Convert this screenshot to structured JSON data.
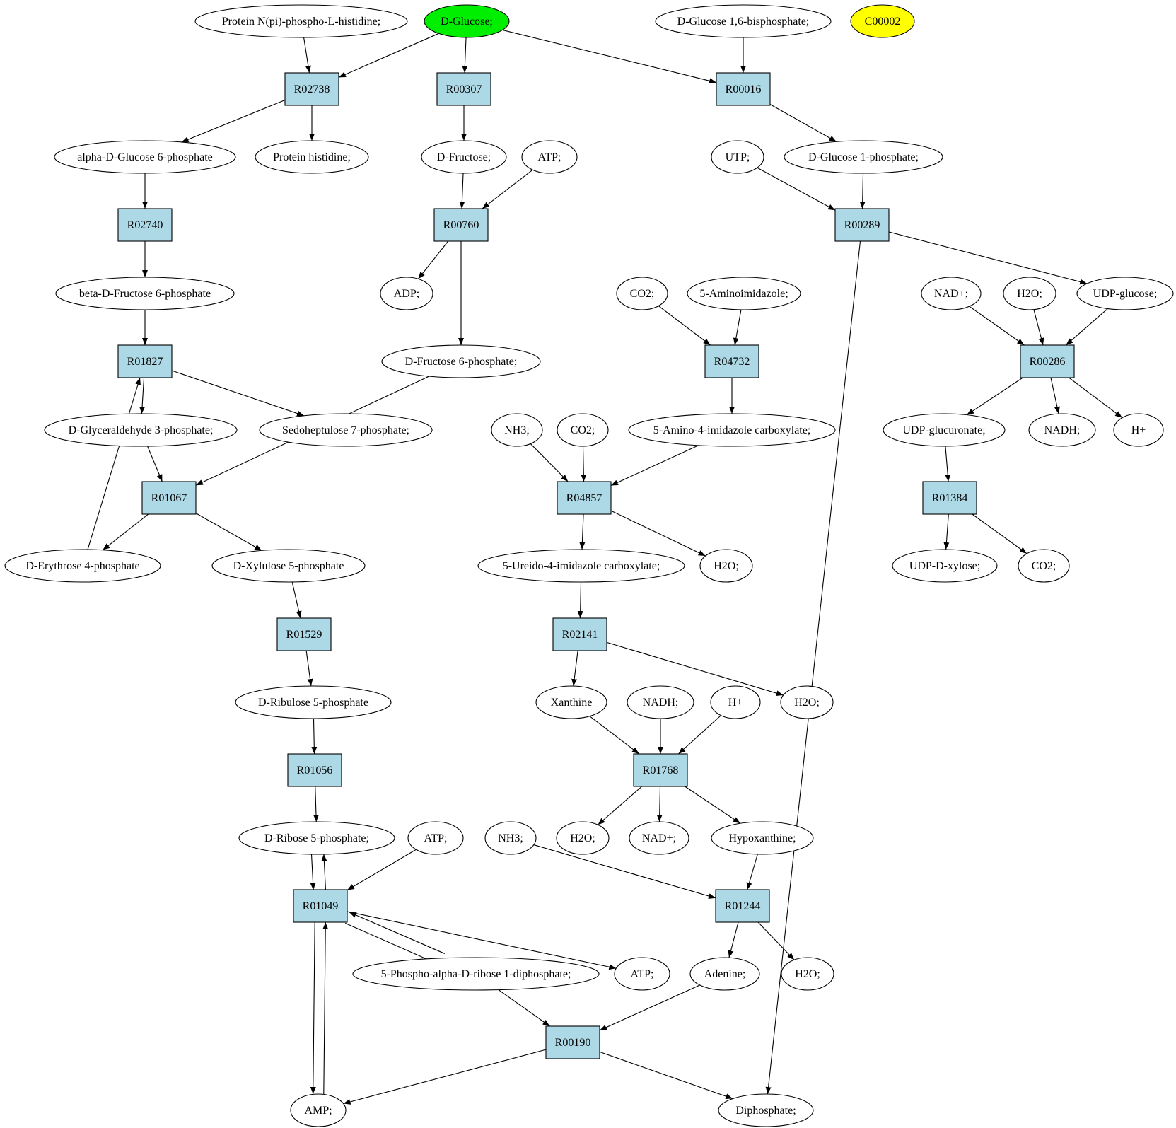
{
  "colors": {
    "reaction_fill": "#add8e6",
    "compound_fill": "#ffffff",
    "highlight_green": "#00ee00",
    "highlight_yellow": "#ffff00",
    "stroke": "#000000"
  },
  "compounds": [
    {
      "id": "c_prot_nphos",
      "label": "Protein N(pi)-phospho-L-histidine;"
    },
    {
      "id": "c_dglucose",
      "label": "D-Glucose;",
      "fill": "green"
    },
    {
      "id": "c_glc16bp",
      "label": "D-Glucose 1,6-bisphosphate;"
    },
    {
      "id": "c_c00002",
      "label": "C00002",
      "fill": "yellow"
    },
    {
      "id": "c_agluc6p",
      "label": "alpha-D-Glucose 6-phosphate"
    },
    {
      "id": "c_prothis",
      "label": "Protein histidine;"
    },
    {
      "id": "c_dfructose",
      "label": "D-Fructose;"
    },
    {
      "id": "c_atp1",
      "label": "ATP;"
    },
    {
      "id": "c_utp",
      "label": "UTP;"
    },
    {
      "id": "c_glc1p",
      "label": "D-Glucose 1-phosphate;"
    },
    {
      "id": "c_bfruc6p",
      "label": "beta-D-Fructose 6-phosphate"
    },
    {
      "id": "c_adp",
      "label": "ADP;"
    },
    {
      "id": "c_co2a",
      "label": "CO2;"
    },
    {
      "id": "c_aminoimid",
      "label": "5-Aminoimidazole;"
    },
    {
      "id": "c_nadp1",
      "label": "NAD+;"
    },
    {
      "id": "c_h2o1",
      "label": "H2O;"
    },
    {
      "id": "c_udpglc",
      "label": "UDP-glucose;"
    },
    {
      "id": "c_dfruc6p",
      "label": "D-Fructose 6-phosphate;"
    },
    {
      "id": "c_gap",
      "label": "D-Glyceraldehyde 3-phosphate;"
    },
    {
      "id": "c_s7p",
      "label": "Sedoheptulose 7-phosphate;"
    },
    {
      "id": "c_nh3a",
      "label": "NH3;"
    },
    {
      "id": "c_co2b",
      "label": "CO2;"
    },
    {
      "id": "c_aic",
      "label": "5-Amino-4-imidazole carboxylate;"
    },
    {
      "id": "c_udpglcA",
      "label": "UDP-glucuronate;"
    },
    {
      "id": "c_nadh1",
      "label": "NADH;"
    },
    {
      "id": "c_hplus1",
      "label": "H+"
    },
    {
      "id": "c_e4p",
      "label": "D-Erythrose 4-phosphate"
    },
    {
      "id": "c_xu5p",
      "label": "D-Xylulose 5-phosphate"
    },
    {
      "id": "c_uic",
      "label": "5-Ureido-4-imidazole carboxylate;"
    },
    {
      "id": "c_h2o2",
      "label": "H2O;"
    },
    {
      "id": "c_udpxyl",
      "label": "UDP-D-xylose;"
    },
    {
      "id": "c_co2c",
      "label": "CO2;"
    },
    {
      "id": "c_ru5p",
      "label": "D-Ribulose 5-phosphate"
    },
    {
      "id": "c_xanthine",
      "label": "Xanthine"
    },
    {
      "id": "c_nadh2",
      "label": "NADH;"
    },
    {
      "id": "c_hplus2",
      "label": "H+"
    },
    {
      "id": "c_h2o3",
      "label": "H2O;"
    },
    {
      "id": "c_r5p",
      "label": "D-Ribose 5-phosphate;"
    },
    {
      "id": "c_atp2",
      "label": "ATP;"
    },
    {
      "id": "c_nh3b",
      "label": "NH3;"
    },
    {
      "id": "c_h2o4",
      "label": "H2O;"
    },
    {
      "id": "c_nadp2",
      "label": "NAD+;"
    },
    {
      "id": "c_hypox",
      "label": "Hypoxanthine;"
    },
    {
      "id": "c_prpp",
      "label": "5-Phospho-alpha-D-ribose 1-diphosphate;"
    },
    {
      "id": "c_atp3",
      "label": "ATP;"
    },
    {
      "id": "c_adenine",
      "label": "Adenine;"
    },
    {
      "id": "c_h2o5",
      "label": "H2O;"
    },
    {
      "id": "c_amp",
      "label": "AMP;"
    },
    {
      "id": "c_diphos",
      "label": "Diphosphate;"
    },
    {
      "id": "c_nadh3",
      "label": "NADH;"
    },
    {
      "id": "c_hplus3",
      "label": "H+"
    }
  ],
  "reactions": [
    {
      "id": "r_R02738",
      "label": "R02738"
    },
    {
      "id": "r_R00307",
      "label": "R00307"
    },
    {
      "id": "r_R00016",
      "label": "R00016"
    },
    {
      "id": "r_R02740",
      "label": "R02740"
    },
    {
      "id": "r_R00760",
      "label": "R00760"
    },
    {
      "id": "r_R00289",
      "label": "R00289"
    },
    {
      "id": "r_R04732",
      "label": "R04732"
    },
    {
      "id": "r_R00286",
      "label": "R00286"
    },
    {
      "id": "r_R01827",
      "label": "R01827"
    },
    {
      "id": "r_R01067",
      "label": "R01067"
    },
    {
      "id": "r_R04857",
      "label": "R04857"
    },
    {
      "id": "r_R01384",
      "label": "R01384"
    },
    {
      "id": "r_R01529",
      "label": "R01529"
    },
    {
      "id": "r_R02141",
      "label": "R02141"
    },
    {
      "id": "r_R01056",
      "label": "R01056"
    },
    {
      "id": "r_R01768",
      "label": "R01768"
    },
    {
      "id": "r_R01049",
      "label": "R01049"
    },
    {
      "id": "r_R01244",
      "label": "R01244"
    },
    {
      "id": "r_R00190",
      "label": "R00190"
    }
  ],
  "edges": [
    [
      "c_prot_nphos",
      "r_R02738"
    ],
    [
      "c_dglucose",
      "r_R02738"
    ],
    [
      "c_dglucose",
      "r_R00307"
    ],
    [
      "c_dglucose",
      "r_R00016"
    ],
    [
      "c_glc16bp",
      "r_R00016"
    ],
    [
      "r_R02738",
      "c_agluc6p"
    ],
    [
      "r_R02738",
      "c_prothis"
    ],
    [
      "r_R00307",
      "c_dfructose"
    ],
    [
      "r_R00016",
      "c_glc1p"
    ],
    [
      "c_agluc6p",
      "r_R02740"
    ],
    [
      "c_dfructose",
      "r_R00760"
    ],
    [
      "c_atp1",
      "r_R00760"
    ],
    [
      "c_utp",
      "r_R00289"
    ],
    [
      "c_glc1p",
      "r_R00289"
    ],
    [
      "r_R02740",
      "c_bfruc6p"
    ],
    [
      "r_R00760",
      "c_adp"
    ],
    [
      "r_R00760",
      "c_dfruc6p"
    ],
    [
      "r_R00289",
      "c_udpglc"
    ],
    [
      "r_R00289",
      "c_diphos"
    ],
    [
      "c_co2a",
      "r_R04732"
    ],
    [
      "c_aminoimid",
      "r_R04732"
    ],
    [
      "c_nadp1",
      "r_R00286"
    ],
    [
      "c_h2o1",
      "r_R00286"
    ],
    [
      "c_udpglc",
      "r_R00286"
    ],
    [
      "c_bfruc6p",
      "r_R01827"
    ],
    [
      "r_R01827",
      "c_gap"
    ],
    [
      "r_R01827",
      "c_s7p"
    ],
    [
      "r_R04732",
      "c_aic"
    ],
    [
      "r_R00286",
      "c_udpglcA"
    ],
    [
      "r_R00286",
      "c_nadh3"
    ],
    [
      "r_R00286",
      "c_hplus3"
    ],
    [
      "c_gap",
      "r_R01067"
    ],
    [
      "c_dfruc6p",
      "r_R01067"
    ],
    [
      "c_nh3a",
      "r_R04857"
    ],
    [
      "c_co2b",
      "r_R04857"
    ],
    [
      "c_aic",
      "r_R04857"
    ],
    [
      "c_udpglcA",
      "r_R01384"
    ],
    [
      "r_R01067",
      "c_e4p"
    ],
    [
      "r_R01067",
      "c_xu5p"
    ],
    [
      "c_e4p",
      "r_R01827"
    ],
    [
      "r_R04857",
      "c_uic"
    ],
    [
      "r_R04857",
      "c_h2o2"
    ],
    [
      "r_R01384",
      "c_udpxyl"
    ],
    [
      "r_R01384",
      "c_co2c"
    ],
    [
      "c_xu5p",
      "r_R01529"
    ],
    [
      "c_uic",
      "r_R02141"
    ],
    [
      "r_R01529",
      "c_ru5p"
    ],
    [
      "r_R02141",
      "c_xanthine"
    ],
    [
      "r_R02141",
      "c_h2o3"
    ],
    [
      "c_ru5p",
      "r_R01056"
    ],
    [
      "c_xanthine",
      "r_R01768"
    ],
    [
      "c_nadh2",
      "r_R01768"
    ],
    [
      "c_hplus2",
      "r_R01768"
    ],
    [
      "r_R01056",
      "c_r5p"
    ],
    [
      "r_R01768",
      "c_h2o4"
    ],
    [
      "r_R01768",
      "c_nadp2"
    ],
    [
      "r_R01768",
      "c_hypox"
    ],
    [
      "c_r5p",
      "r_R01049"
    ],
    [
      "r_R01049",
      "c_r5p"
    ],
    [
      "c_atp2",
      "r_R01049"
    ],
    [
      "c_nh3b",
      "r_R01244"
    ],
    [
      "c_hypox",
      "r_R01244"
    ],
    [
      "r_R01049",
      "c_prpp"
    ],
    [
      "c_prpp",
      "r_R01049"
    ],
    [
      "r_R01049",
      "c_atp3"
    ],
    [
      "r_R01049",
      "c_amp"
    ],
    [
      "c_amp",
      "r_R01049"
    ],
    [
      "r_R01244",
      "c_adenine"
    ],
    [
      "r_R01244",
      "c_h2o5"
    ],
    [
      "c_prpp",
      "r_R00190"
    ],
    [
      "c_adenine",
      "r_R00190"
    ],
    [
      "r_R00190",
      "c_amp"
    ],
    [
      "r_R00190",
      "c_diphos"
    ]
  ]
}
